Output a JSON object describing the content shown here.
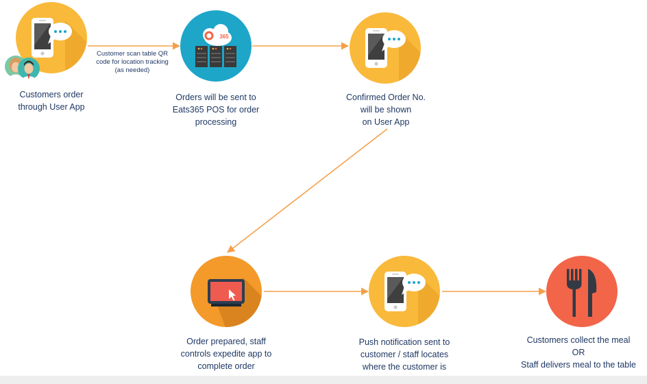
{
  "colors": {
    "arrow": "#f5a04a",
    "yellow_circle": "#f9b93a",
    "blue_circle": "#1ea6c9",
    "orange_circle": "#f39a2a",
    "red_circle": "#f26549",
    "text": "#1f3864"
  },
  "nodes": [
    {
      "id": "customer-order",
      "icon": "phone-chat-icon",
      "label": "Customers order\nthrough User App"
    },
    {
      "id": "pos-processing",
      "icon": "cloud-server-icon",
      "badge": "365",
      "label": "Orders will be sent to\nEats365 POS for order\nprocessing"
    },
    {
      "id": "confirmed-order",
      "icon": "phone-chat-icon",
      "label": "Confirmed Order No.\nwill be shown\non User App"
    },
    {
      "id": "order-prepared",
      "icon": "tablet-tap-icon",
      "label": "Order prepared, staff\ncontrols expedite app to\ncomplete order"
    },
    {
      "id": "push-notification",
      "icon": "phone-chat-icon",
      "label": "Push notification sent to\ncustomer / staff locates\nwhere the customer is"
    },
    {
      "id": "meal-delivery",
      "icon": "fork-knife-icon",
      "label": "Customers collect the meal\nOR\nStaff delivers meal to the table"
    }
  ],
  "edges": [
    {
      "from": "customer-order",
      "to": "pos-processing",
      "label": "Customer scan table QR\ncode for location tracking\n(as needed)"
    },
    {
      "from": "pos-processing",
      "to": "confirmed-order"
    },
    {
      "from": "confirmed-order",
      "to": "order-prepared"
    },
    {
      "from": "order-prepared",
      "to": "push-notification"
    },
    {
      "from": "push-notification",
      "to": "meal-delivery"
    }
  ]
}
